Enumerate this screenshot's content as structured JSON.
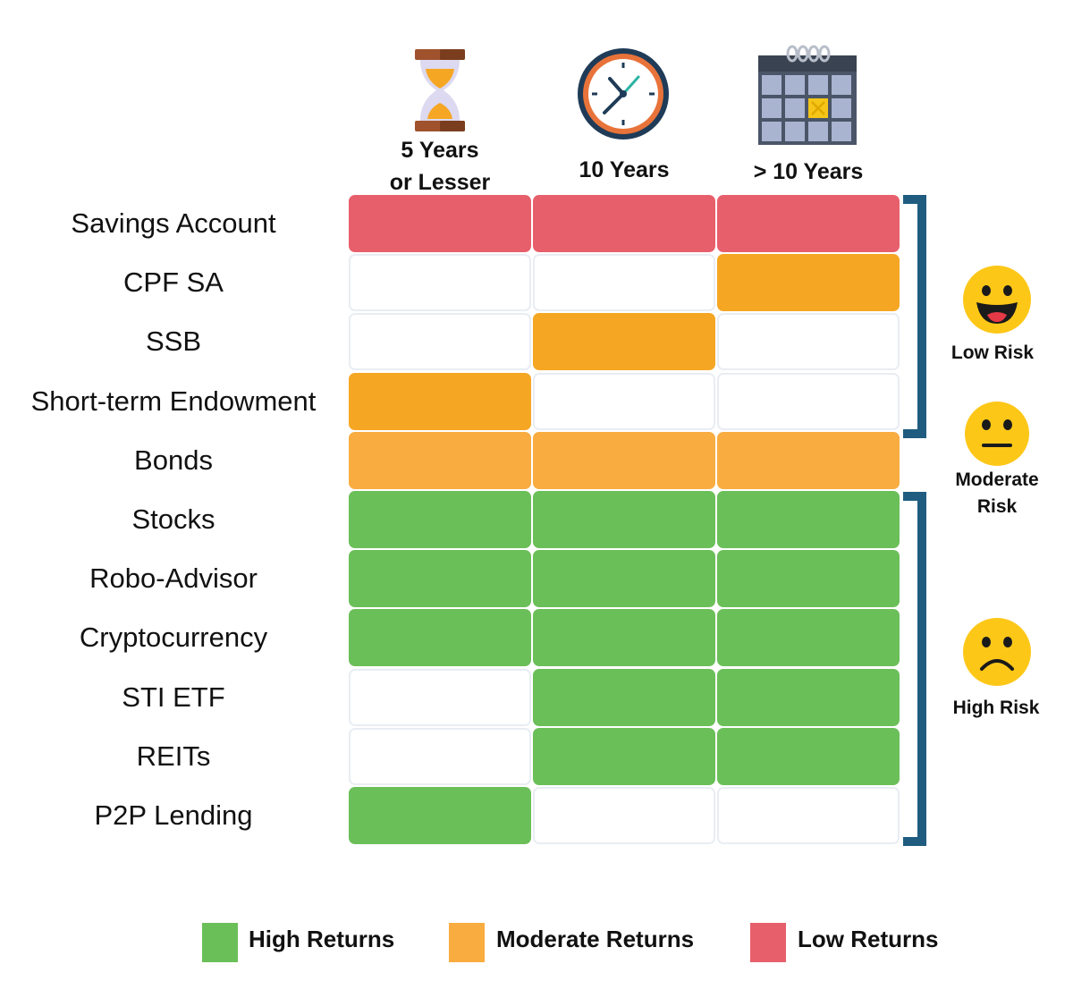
{
  "colors": {
    "high": "#6bbf59",
    "moderate": "#f5a623",
    "moderate_light": "#f9ac40",
    "low": "#e85f6c",
    "bracket": "#1f5c80"
  },
  "icons": [
    "hourglass-icon",
    "clock-icon",
    "calendar-icon",
    "happy-face-icon",
    "neutral-face-icon",
    "sad-face-icon"
  ],
  "chart_data": {
    "type": "table",
    "columns": [
      {
        "line1": "5 Years",
        "line2": "or Lesser"
      },
      {
        "line1": "10 Years",
        "line2": ""
      },
      {
        "line1": "> 10 Years",
        "line2": ""
      }
    ],
    "rows": [
      {
        "label": "Savings Account",
        "cells": [
          "low",
          "low",
          "low"
        ]
      },
      {
        "label": "CPF SA",
        "cells": [
          "",
          "",
          "moderate"
        ]
      },
      {
        "label": "SSB",
        "cells": [
          "",
          "moderate",
          ""
        ]
      },
      {
        "label": "Short-term Endowment",
        "cells": [
          "moderate",
          "",
          ""
        ]
      },
      {
        "label": "Bonds",
        "cells": [
          "moderate_light",
          "moderate_light",
          "moderate_light"
        ]
      },
      {
        "label": "Stocks",
        "cells": [
          "high",
          "high",
          "high"
        ]
      },
      {
        "label": "Robo-Advisor",
        "cells": [
          "high",
          "high",
          "high"
        ]
      },
      {
        "label": "Cryptocurrency",
        "cells": [
          "high",
          "high",
          "high"
        ]
      },
      {
        "label": "STI ETF",
        "cells": [
          "",
          "high",
          "high"
        ]
      },
      {
        "label": "REITs",
        "cells": [
          "",
          "high",
          "high"
        ]
      },
      {
        "label": "P2P Lending",
        "cells": [
          "high",
          "",
          ""
        ]
      }
    ],
    "risk_groups": [
      {
        "label_line1": "Low Risk",
        "label_line2": ""
      },
      {
        "label_line1": "Moderate",
        "label_line2": "Risk"
      },
      {
        "label_line1": "High Risk",
        "label_line2": ""
      }
    ],
    "legend": [
      {
        "key": "high",
        "label": "High Returns"
      },
      {
        "key": "moderate_light",
        "label": "Moderate Returns"
      },
      {
        "key": "low",
        "label": "Low Returns"
      }
    ]
  }
}
